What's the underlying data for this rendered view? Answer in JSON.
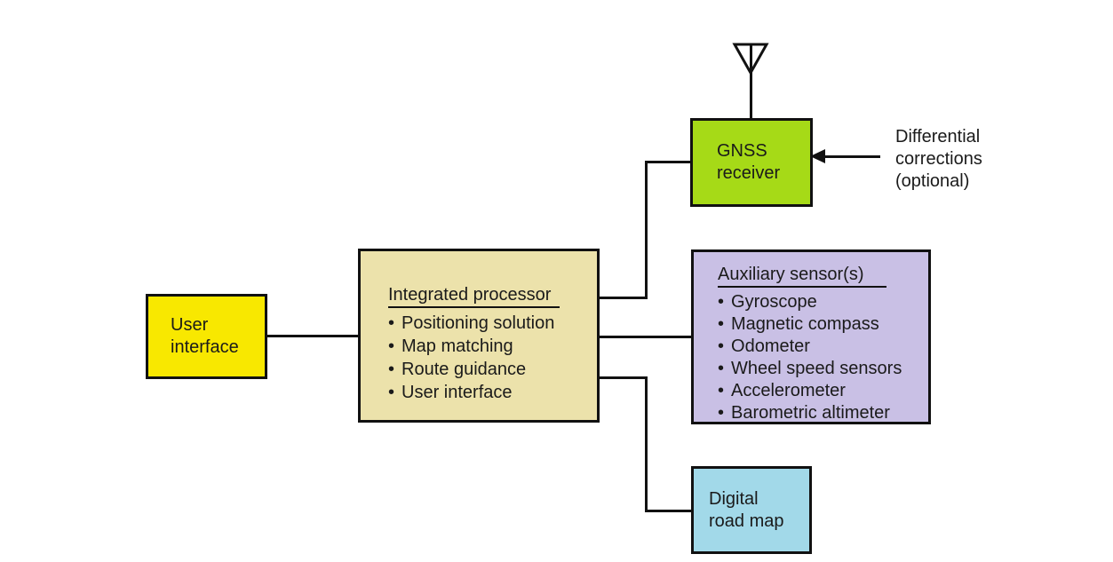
{
  "canvas": {
    "background": "#ffffff",
    "line_color": "#111111"
  },
  "glyphs": {
    "bullet": "•"
  },
  "icons": {
    "antenna": "antenna-icon"
  },
  "boxes": {
    "user_interface": {
      "lines": [
        "User",
        "interface"
      ],
      "fill": "#f8e800"
    },
    "integrated_processor": {
      "title": "Integrated processor",
      "items": [
        "Positioning solution",
        "Map matching",
        "Route guidance",
        "User interface"
      ],
      "fill": "#ece2ab"
    },
    "gnss_receiver": {
      "lines": [
        "GNSS",
        "receiver"
      ],
      "fill": "#a6da17"
    },
    "auxiliary_sensors": {
      "title": "Auxiliary sensor(s)",
      "items": [
        "Gyroscope",
        "Magnetic compass",
        "Odometer",
        "Wheel speed sensors",
        "Accelerometer",
        "Barometric altimeter"
      ],
      "fill": "#c9c0e5"
    },
    "digital_road_map": {
      "lines": [
        "Digital",
        "road map"
      ],
      "fill": "#a2d9e9"
    }
  },
  "annotations": {
    "differential_corrections": {
      "lines": [
        "Differential",
        "corrections",
        "(optional)"
      ]
    }
  }
}
